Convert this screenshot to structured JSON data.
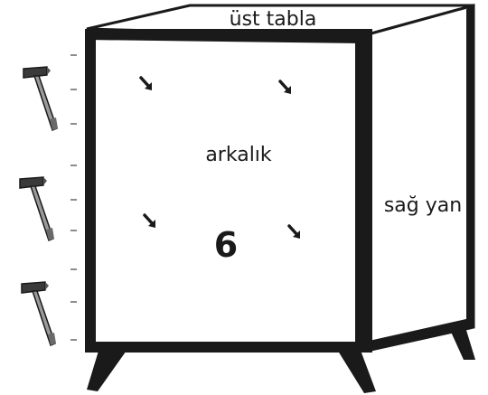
{
  "labels": {
    "top": "üst tabla",
    "back": "arkalık",
    "right_side": "sağ yan"
  },
  "step_number": "6",
  "colors": {
    "outline": "#1a1a1a",
    "panel": "#ffffff",
    "hammer_handle": "#9a9a9a",
    "hammer_head": "#3a3a3a"
  },
  "icons": {
    "hammer": "hammer-icon",
    "nail_arrow": "nail-arrow-icon"
  }
}
